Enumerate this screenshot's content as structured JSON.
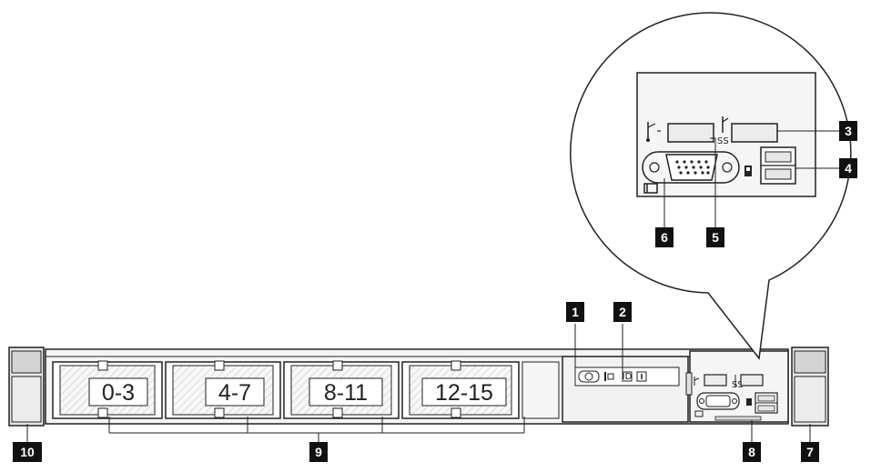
{
  "drive_bays": [
    {
      "label": "0-3"
    },
    {
      "label": "4-7"
    },
    {
      "label": "8-11"
    },
    {
      "label": "12-15"
    }
  ],
  "callouts": {
    "c1": "1",
    "c2": "2",
    "c3": "3",
    "c4": "4",
    "c5": "5",
    "c6": "6",
    "c7": "7",
    "c8": "8",
    "c9": "9",
    "c10": "10"
  },
  "icons": {
    "usb": "usb-icon",
    "usb3": "usb3-ss-icon",
    "vga": "vga-icon",
    "power": "power-button-icon",
    "network": "network-activity-icon",
    "id": "system-id-icon",
    "error": "system-error-icon",
    "xcc": "xcc-management-icon"
  },
  "colors": {
    "outline": "#222222",
    "panel_fill": "#f2f2f2",
    "callout_bg": "#111111",
    "callout_text": "#ffffff",
    "port_fill": "#ececec"
  }
}
